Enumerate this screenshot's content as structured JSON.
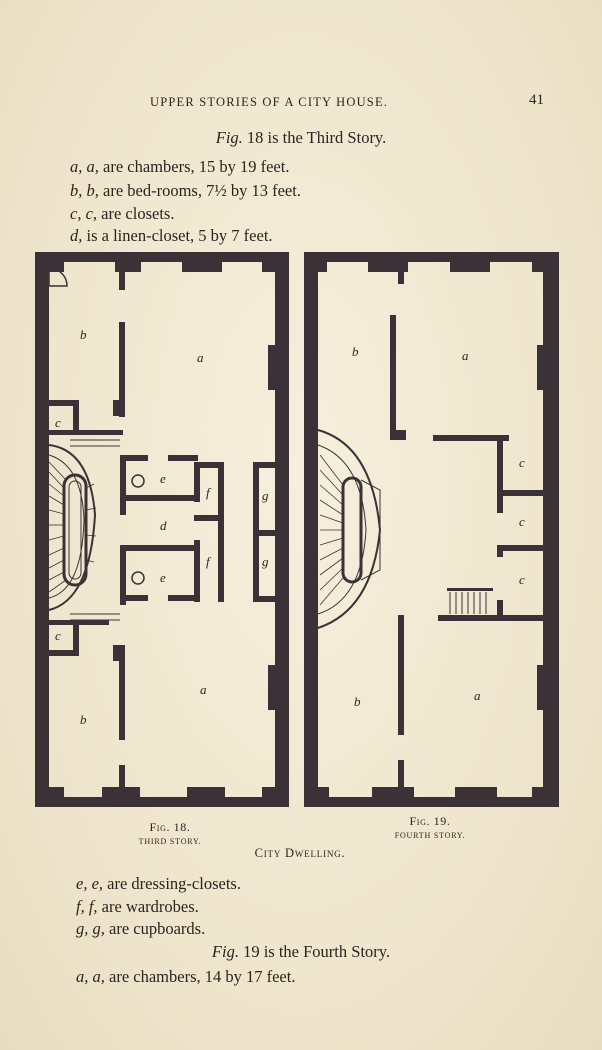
{
  "header": {
    "running_title": "UPPER STORIES OF A CITY HOUSE.",
    "page_number": "41"
  },
  "top_text": {
    "fig18_prefix": "Fig.",
    "fig18_rest": " 18 is the Third Story.",
    "items": [
      {
        "letters": "a, a,",
        "text": " are chambers, 15 by 19 feet."
      },
      {
        "letters": "b, b,",
        "text": " are bed-rooms, 7½ by 13 feet."
      },
      {
        "letters": "c, c,",
        "text": " are closets."
      },
      {
        "letters": "d,",
        "text": " is a linen-closet, 5 by 7 feet."
      }
    ]
  },
  "figure": {
    "left_label": "Fig. 18.",
    "left_sub": "THIRD STORY.",
    "right_label": "Fig. 19.",
    "right_sub": "FOURTH STORY.",
    "title": "City Dwelling.",
    "room_labels_left": {
      "b_top": "b",
      "a_top": "a",
      "c_top": "c",
      "e_top": "e",
      "f_top": "f",
      "g_top": "g",
      "d": "d",
      "e_bottom": "e",
      "f_bottom": "f",
      "g_bottom": "g",
      "c_bottom": "c",
      "b_bottom": "b",
      "a_bottom": "a"
    },
    "room_labels_right": {
      "b_top": "b",
      "a_top": "a",
      "c1": "c",
      "c2": "c",
      "c3": "c",
      "b_bottom": "b",
      "a_bottom": "a"
    }
  },
  "bottom_text": {
    "items": [
      {
        "letters": "e, e,",
        "text": " are dressing-closets."
      },
      {
        "letters": "f, f,",
        "text": " are wardrobes."
      },
      {
        "letters": "g, g,",
        "text": " are cupboards."
      }
    ],
    "fig19_prefix": "Fig.",
    "fig19_rest": " 19 is the Fourth Story.",
    "last": {
      "letters": "a, a,",
      "text": " are chambers, 14 by 17 feet."
    }
  }
}
